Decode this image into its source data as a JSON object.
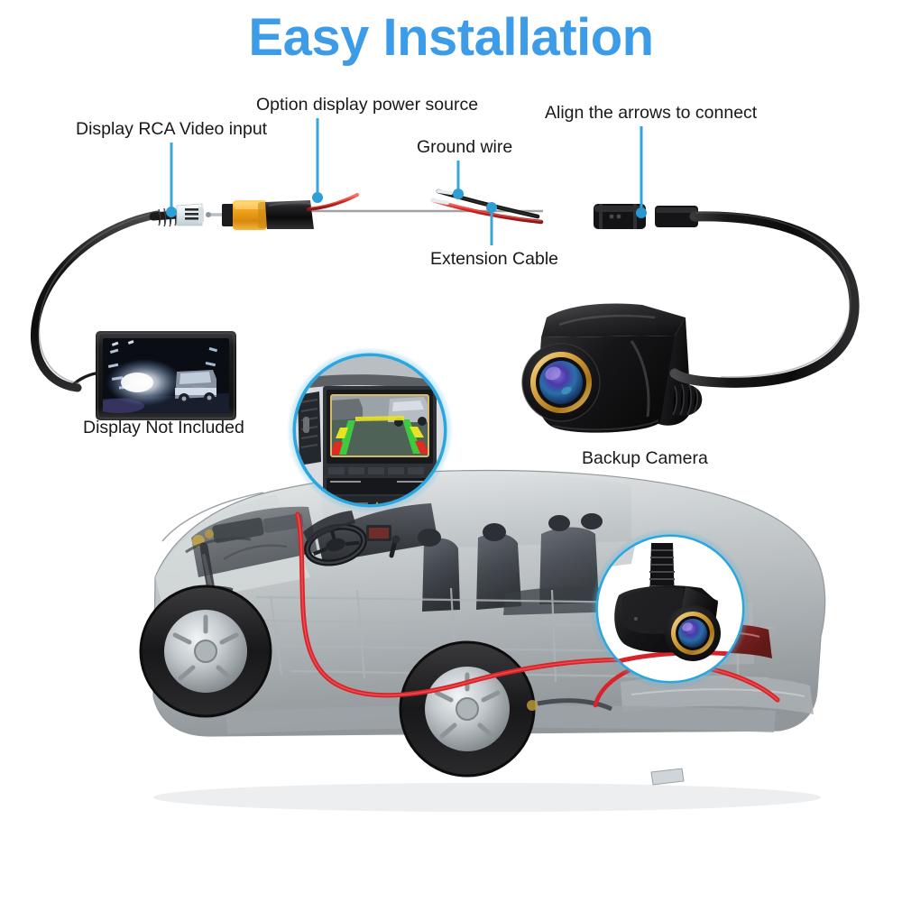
{
  "page": {
    "title": "Easy Installation",
    "title_color": "#3d9ce8",
    "background": "#ffffff"
  },
  "callouts": [
    {
      "id": "rca",
      "label": "Display RCA Video input",
      "leader_color": "#3aa6d8"
    },
    {
      "id": "power",
      "label": "Option display power source",
      "leader_color": "#3aa6d8"
    },
    {
      "id": "gnd",
      "label": "Ground wire",
      "leader_color": "#3aa6d8"
    },
    {
      "id": "align",
      "label": "Align the arrows to connect",
      "leader_color": "#2ba6de"
    },
    {
      "id": "ext",
      "label": "Extension Cable",
      "leader_color": "#3aa6d8"
    }
  ],
  "products": [
    {
      "id": "display",
      "label": "Display Not Included",
      "note": "5 inch LCD monitor showing a night driving scene"
    },
    {
      "id": "camera",
      "label": "Backup Camera",
      "note": "black wedge body, gold ring lens"
    }
  ],
  "insets": [
    {
      "id": "head-unit-inset",
      "ring_color": "#2ba6de",
      "note": "car head unit showing reverse camera view with parking guidelines"
    },
    {
      "id": "camera-mount-inset",
      "ring_color": "#2ba6de",
      "note": "camera mounted above rear bumper with ribbed cable gland"
    }
  ],
  "vehicle": {
    "id": "cutaway-car",
    "note": "transparent X-ray cutaway sedan with red camera cable routed dash to rear",
    "cable_color": "#d8232a",
    "body_color": "#b9bcbe"
  },
  "guidelines": {
    "colors": [
      "#3ec93e",
      "#e8e225",
      "#e02b22"
    ]
  },
  "wires": {
    "cable_color": "#1b1b1b",
    "power_wire_color": "#d32222",
    "ground_wire_color": "#151515",
    "rca_plug_color": "#f0a81e",
    "rca_jack_color": "#eef3f4"
  }
}
